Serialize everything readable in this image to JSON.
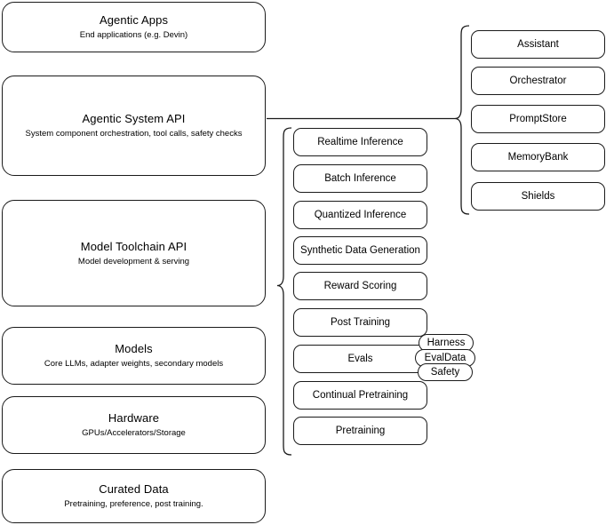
{
  "diagram": {
    "stack_layers": [
      {
        "title": "Agentic Apps",
        "subtitle": "End applications (e.g. Devin)"
      },
      {
        "title": "Agentic System API",
        "subtitle": "System component orchestration, tool calls, safety checks"
      },
      {
        "title": "Model Toolchain API",
        "subtitle": "Model development & serving"
      },
      {
        "title": "Models",
        "subtitle": "Core LLMs, adapter weights, secondary models"
      },
      {
        "title": "Hardware",
        "subtitle": "GPUs/Accelerators/Storage"
      },
      {
        "title": "Curated Data",
        "subtitle": "Pretraining, preference, post training."
      }
    ],
    "agentic_system_components": [
      {
        "label": "Assistant"
      },
      {
        "label": "Orchestrator"
      },
      {
        "label": "PromptStore"
      },
      {
        "label": "MemoryBank"
      },
      {
        "label": "Shields"
      }
    ],
    "model_toolchain_components": [
      {
        "label": "Realtime Inference"
      },
      {
        "label": "Batch Inference"
      },
      {
        "label": "Quantized Inference"
      },
      {
        "label": "Synthetic Data Generation"
      },
      {
        "label": "Reward Scoring"
      },
      {
        "label": "Post Training"
      },
      {
        "label": "Evals"
      },
      {
        "label": "Continual Pretraining"
      },
      {
        "label": "Pretraining"
      }
    ],
    "evals_subcomponents": [
      {
        "label": "Harness"
      },
      {
        "label": "EvalData"
      },
      {
        "label": "Safety"
      }
    ],
    "colors": {
      "stroke": "#1a1a1a",
      "fill": "#ffffff",
      "text": "#000000"
    }
  }
}
